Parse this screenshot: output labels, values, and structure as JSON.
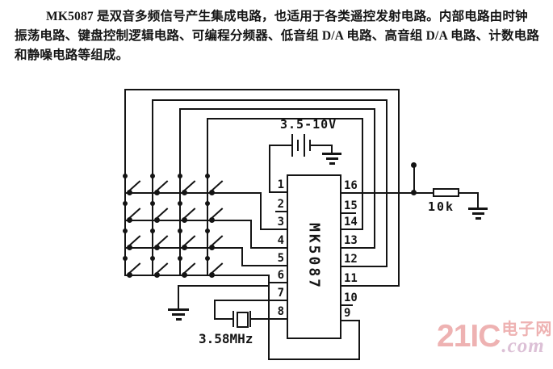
{
  "description": {
    "line1": "MK5087 是双音多频信号产生集成电路，也适用于各类遥控发射电路。内部电路由时钟",
    "line2": "振荡电路、键盘控制逻辑电路、可编程分频器、低音组 D/A 电路、高音组 D/A 电路、计数电路",
    "line3": "和静噪电路等组成。"
  },
  "circuit": {
    "ic_label": "MK5087",
    "supply_label": "3.5-10V",
    "resistor_label": "10k",
    "crystal_label": "3.58MHz",
    "pins_left": [
      "1",
      "2",
      "3",
      "4",
      "5",
      "6",
      "7",
      "8"
    ],
    "pins_right": [
      "16",
      "15",
      "14",
      "13",
      "12",
      "11",
      "10",
      "9"
    ]
  },
  "watermark": {
    "brand": "21IC",
    "cjk": "电子网",
    "suffix": ".com",
    "color_main": "#eeb2b2",
    "color_suffix": "#dcc0d6"
  }
}
